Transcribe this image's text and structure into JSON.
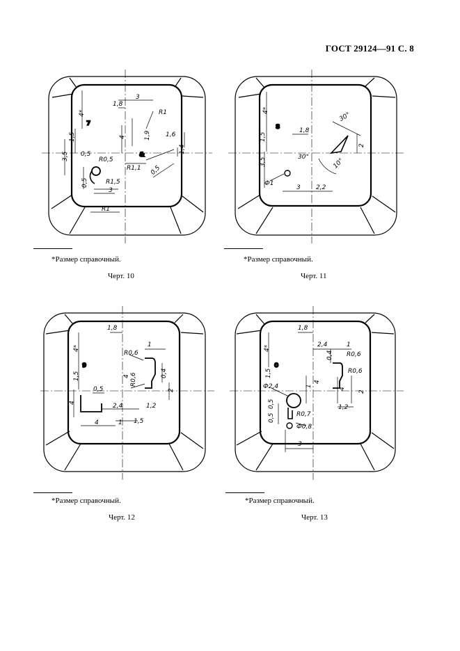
{
  "header": {
    "standard": "ГОСТ 29124—91 С. 8"
  },
  "drawings": [
    {
      "id": "10",
      "caption": "Черт. 10",
      "footnote": "*Размер справочный.",
      "glyph": "7",
      "glyph2": "&",
      "dims": [
        "3",
        "1,8",
        "R1",
        "4*",
        "1,5",
        "1,9",
        "4",
        "1,6",
        "1,4",
        "3,5",
        "0,5",
        "R0,5",
        "R1,1",
        "0,5",
        "0,5",
        "R1,5",
        "3",
        "R1"
      ]
    },
    {
      "id": "11",
      "caption": "Черт. 11",
      "footnote": "*Размер справочный.",
      "glyph": "8",
      "dims": [
        "30°",
        "4*",
        "1,8",
        "1,5",
        "2",
        "30°",
        "3,5",
        "10°",
        "Ф1",
        "3",
        "2,2"
      ]
    },
    {
      "id": "12",
      "caption": "Черт. 12",
      "footnote": "*Размер справочный.",
      "glyph": "9",
      "dims": [
        "1,8",
        "4*",
        "1",
        "R0,6",
        "0,4",
        "1,5",
        "4",
        "R0,6",
        "2",
        "0,5",
        "4",
        "2,4",
        "1,2",
        "4",
        "1",
        "1,5"
      ]
    },
    {
      "id": "13",
      "caption": "Черт. 13",
      "footnote": "*Размер справочный.",
      "glyph": "0",
      "dims": [
        "1,8",
        "4*",
        "2,4",
        "1",
        "0,4",
        "R0,6",
        "R0,6",
        "Ф2,4",
        "1,5",
        "4",
        "1",
        "4",
        "2",
        "1,2",
        "0,5",
        "R0,7",
        "0,5",
        "Ф0,8",
        "3"
      ]
    }
  ]
}
